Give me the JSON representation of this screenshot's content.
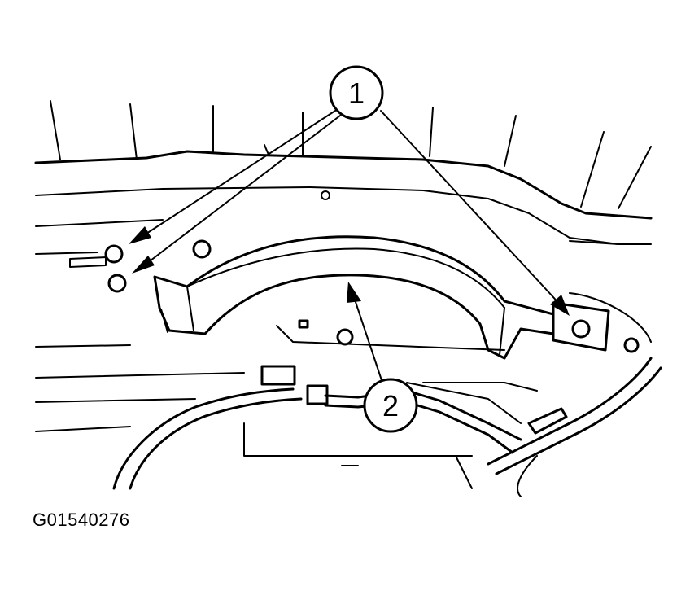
{
  "callouts": [
    {
      "label": "1"
    },
    {
      "label": "2"
    }
  ],
  "figure_id": "G01540276",
  "colors": {
    "line": "#000000",
    "background": "#ffffff"
  }
}
